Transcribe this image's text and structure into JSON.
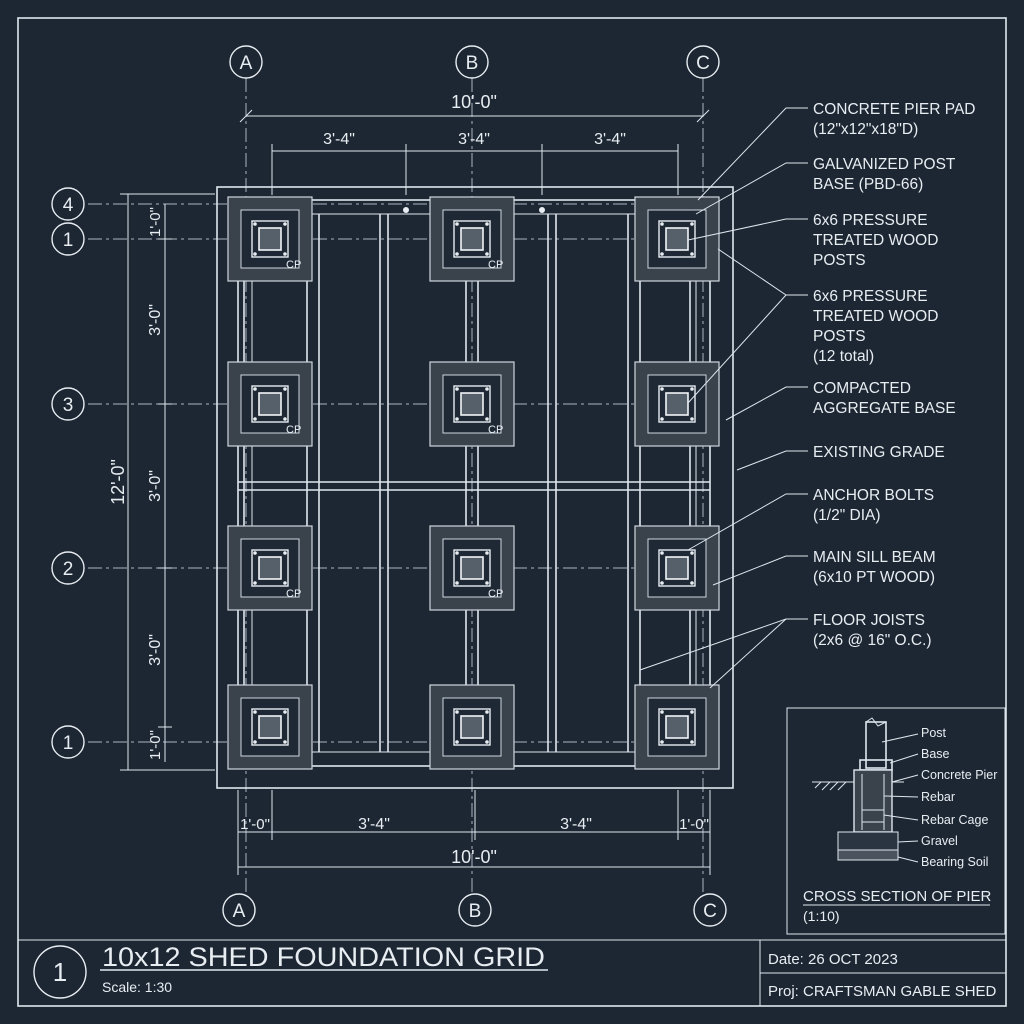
{
  "grid": {
    "columns": [
      "A",
      "B",
      "C"
    ],
    "rows_left": [
      "4",
      "1",
      "3",
      "2",
      "1"
    ]
  },
  "dimensions": {
    "top_overall": "10'-0\"",
    "top_bays": [
      "3'-4\"",
      "3'-4\"",
      "3'-4\""
    ],
    "left_overall": "12'-0\"",
    "left_segments": [
      "1'-0\"",
      "3'-0\"",
      "3'-0\"",
      "3'-0\"",
      "1'-0\""
    ],
    "bottom_segments": [
      "1'-0\"",
      "3'-4\"",
      "3'-4\"",
      "1'-0\""
    ],
    "bottom_overall": "10'-0\""
  },
  "pier_tag": "CP",
  "callouts": [
    [
      "CONCRETE PIER PAD",
      "(12\"x12\"x18\"D)"
    ],
    [
      "GALVANIZED POST",
      "BASE (PBD-66)"
    ],
    [
      "6x6 PRESSURE",
      "TREATED WOOD",
      "POSTS"
    ],
    [
      "6x6 PRESSURE",
      "TREATED WOOD",
      "POSTS",
      "(12 total)"
    ],
    [
      "COMPACTED",
      "AGGREGATE BASE"
    ],
    [
      "EXISTING GRADE"
    ],
    [
      "ANCHOR BOLTS",
      "(1/2\" DIA)"
    ],
    [
      "MAIN SILL BEAM",
      "(6x10 PT WOOD)"
    ],
    [
      "FLOOR JOISTS",
      "(2x6 @ 16\" O.C.)"
    ]
  ],
  "section": {
    "labels": [
      "Post",
      "Base",
      "Concrete Pier",
      "Rebar",
      "Rebar Cage",
      "Gravel",
      "Bearing Soil"
    ],
    "title": "CROSS SECTION OF PIER",
    "scale": "(1:10)"
  },
  "title_block": {
    "number": "1",
    "title": "10x12 SHED FOUNDATION GRID",
    "scale": "Scale: 1:30",
    "date": "Date: 26 OCT 2023",
    "project": "Proj: CRAFTSMAN GABLE SHED"
  },
  "colors": {
    "background": "#1d2733",
    "linework": "#dfe6ee"
  }
}
